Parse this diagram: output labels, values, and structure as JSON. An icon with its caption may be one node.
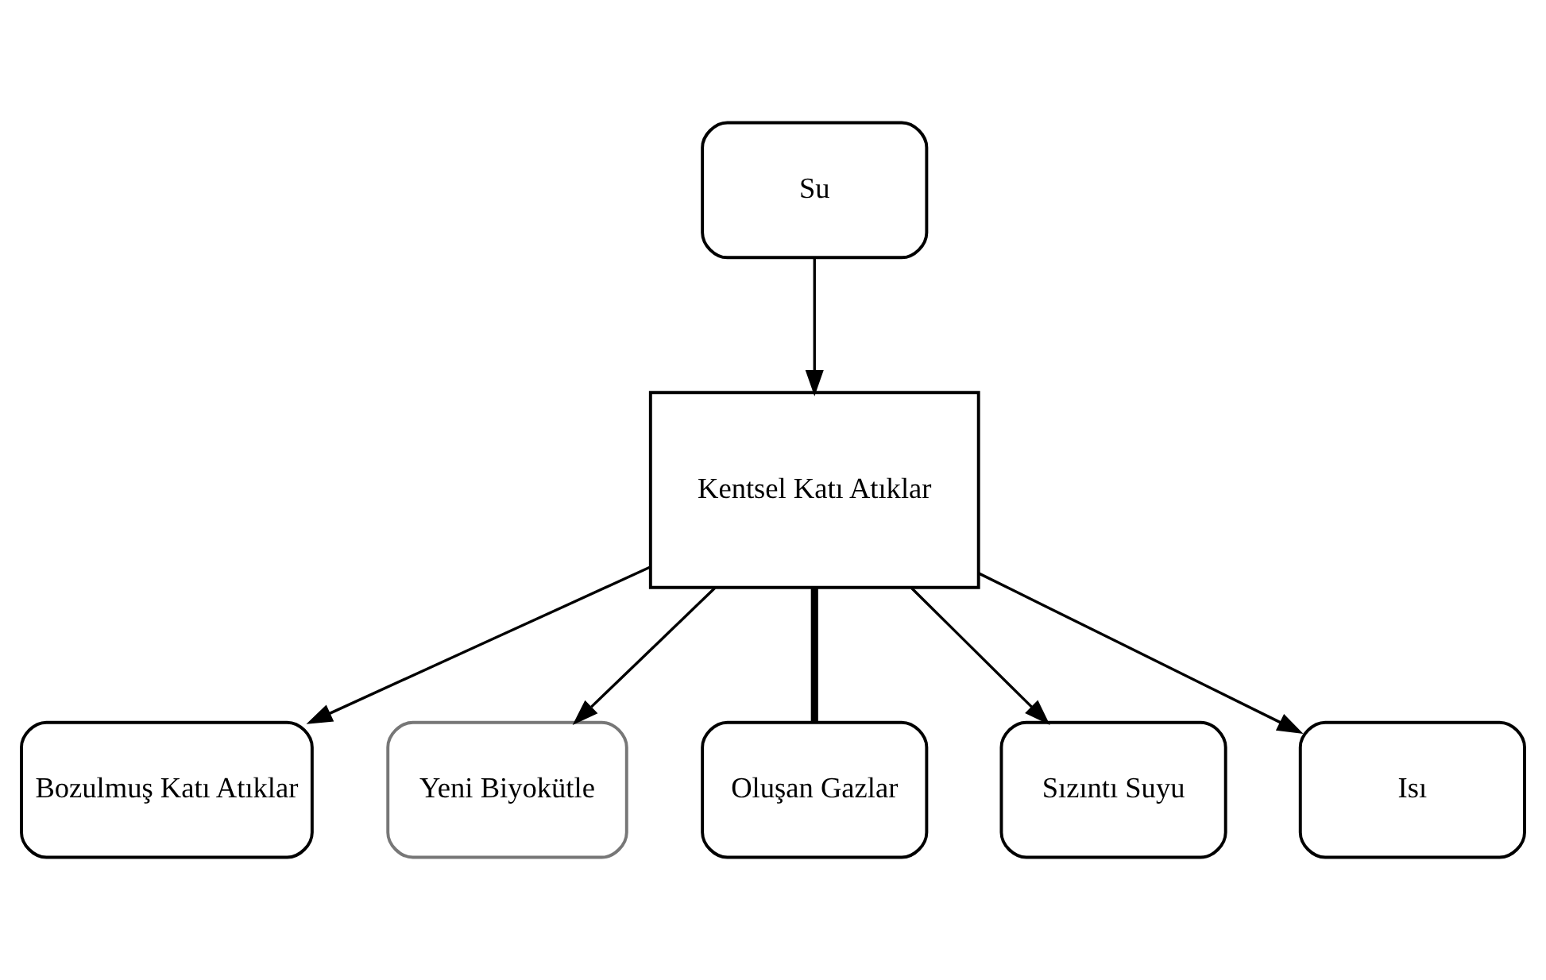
{
  "diagram": {
    "nodes": [
      {
        "text": [
          "Su"
        ]
      },
      {
        "text": [
          "Kentsel Katı Atıklar"
        ]
      },
      {
        "text": [
          "Bozulmuş Katı Atıklar"
        ]
      },
      {
        "text": [
          "Yeni Biyokütle"
        ]
      },
      {
        "text": [
          "Oluşan Gazlar"
        ]
      },
      {
        "text": [
          "Sızıntı Suyu"
        ]
      },
      {
        "text": [
          "Isı"
        ]
      }
    ],
    "edges": [
      {
        "from": 0,
        "to": 1,
        "arrow": "to"
      },
      {
        "from": 1,
        "to": 2,
        "arrow": "to"
      },
      {
        "from": 1,
        "to": 3,
        "arrow": "to"
      },
      {
        "from": 1,
        "to": 4,
        "arrow": "none",
        "style": "thick"
      },
      {
        "from": 1,
        "to": 5,
        "arrow": "to"
      },
      {
        "from": 1,
        "to": 6,
        "arrow": "to"
      }
    ]
  }
}
